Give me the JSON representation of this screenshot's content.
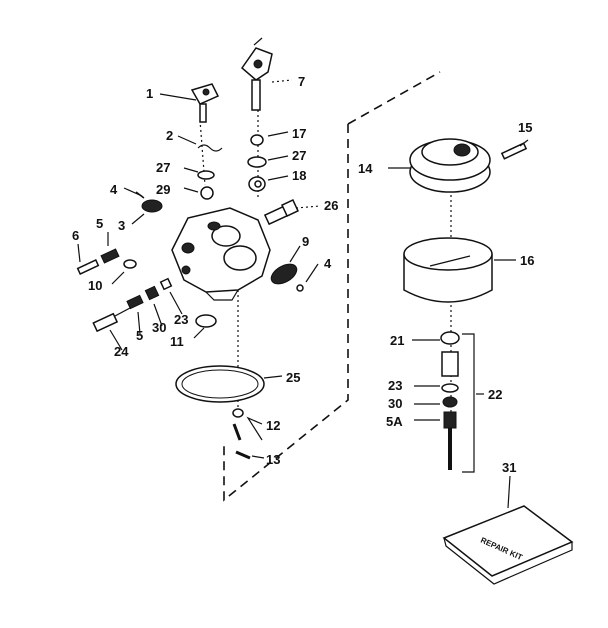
{
  "labels": {
    "p1": "1",
    "p2": "2",
    "p3": "3",
    "p4a": "4",
    "p4b": "4",
    "p5a": "5",
    "p5b": "5",
    "p6": "6",
    "p7": "7",
    "p9": "9",
    "p10": "10",
    "p11": "11",
    "p12": "12",
    "p13": "13",
    "p14": "14",
    "p15": "15",
    "p16": "16",
    "p17": "17",
    "p18": "18",
    "p21": "21",
    "p22": "22",
    "p23a": "23",
    "p23b": "23",
    "p24": "24",
    "p25": "25",
    "p26": "26",
    "p27a": "27",
    "p27b": "27",
    "p29": "29",
    "p30a": "30",
    "p30b": "30",
    "p31": "31",
    "p5A": "5A"
  },
  "repair_kit_text": "REPAIR KIT"
}
